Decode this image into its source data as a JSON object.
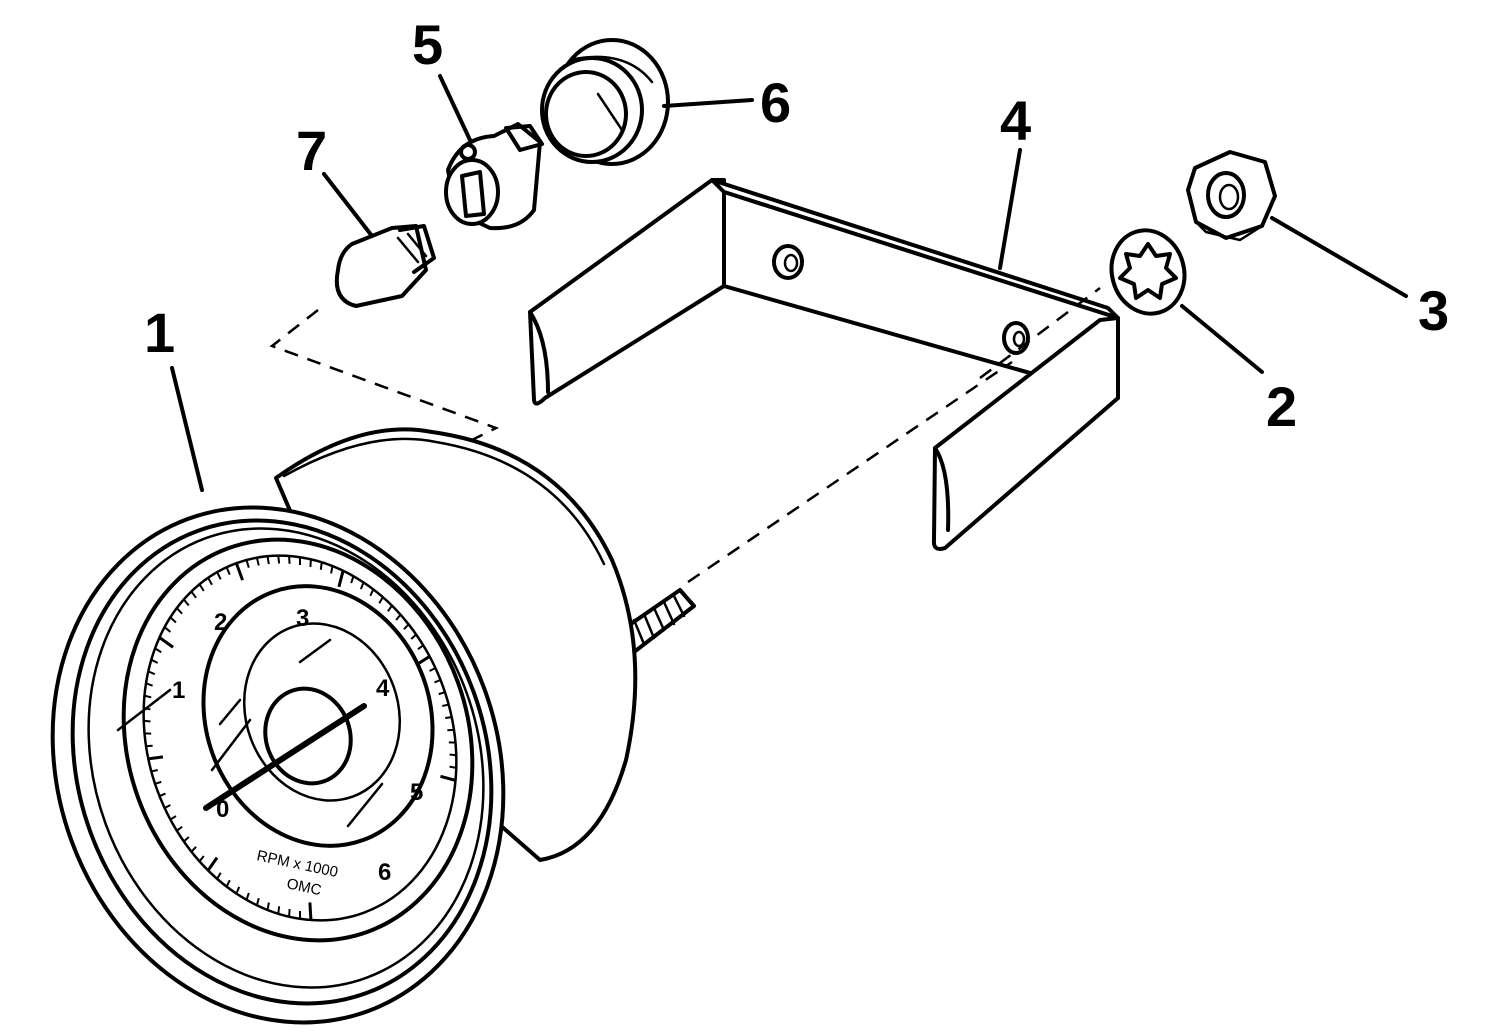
{
  "callouts": [
    {
      "id": "1",
      "label": "1"
    },
    {
      "id": "2",
      "label": "2"
    },
    {
      "id": "3",
      "label": "3"
    },
    {
      "id": "4",
      "label": "4"
    },
    {
      "id": "5",
      "label": "5"
    },
    {
      "id": "6",
      "label": "6"
    },
    {
      "id": "7",
      "label": "7"
    }
  ],
  "dial": {
    "numbers": [
      "0",
      "1",
      "2",
      "3",
      "4",
      "5",
      "6"
    ],
    "unit_text": "RPM x 1000",
    "brand_text": "OMC"
  }
}
